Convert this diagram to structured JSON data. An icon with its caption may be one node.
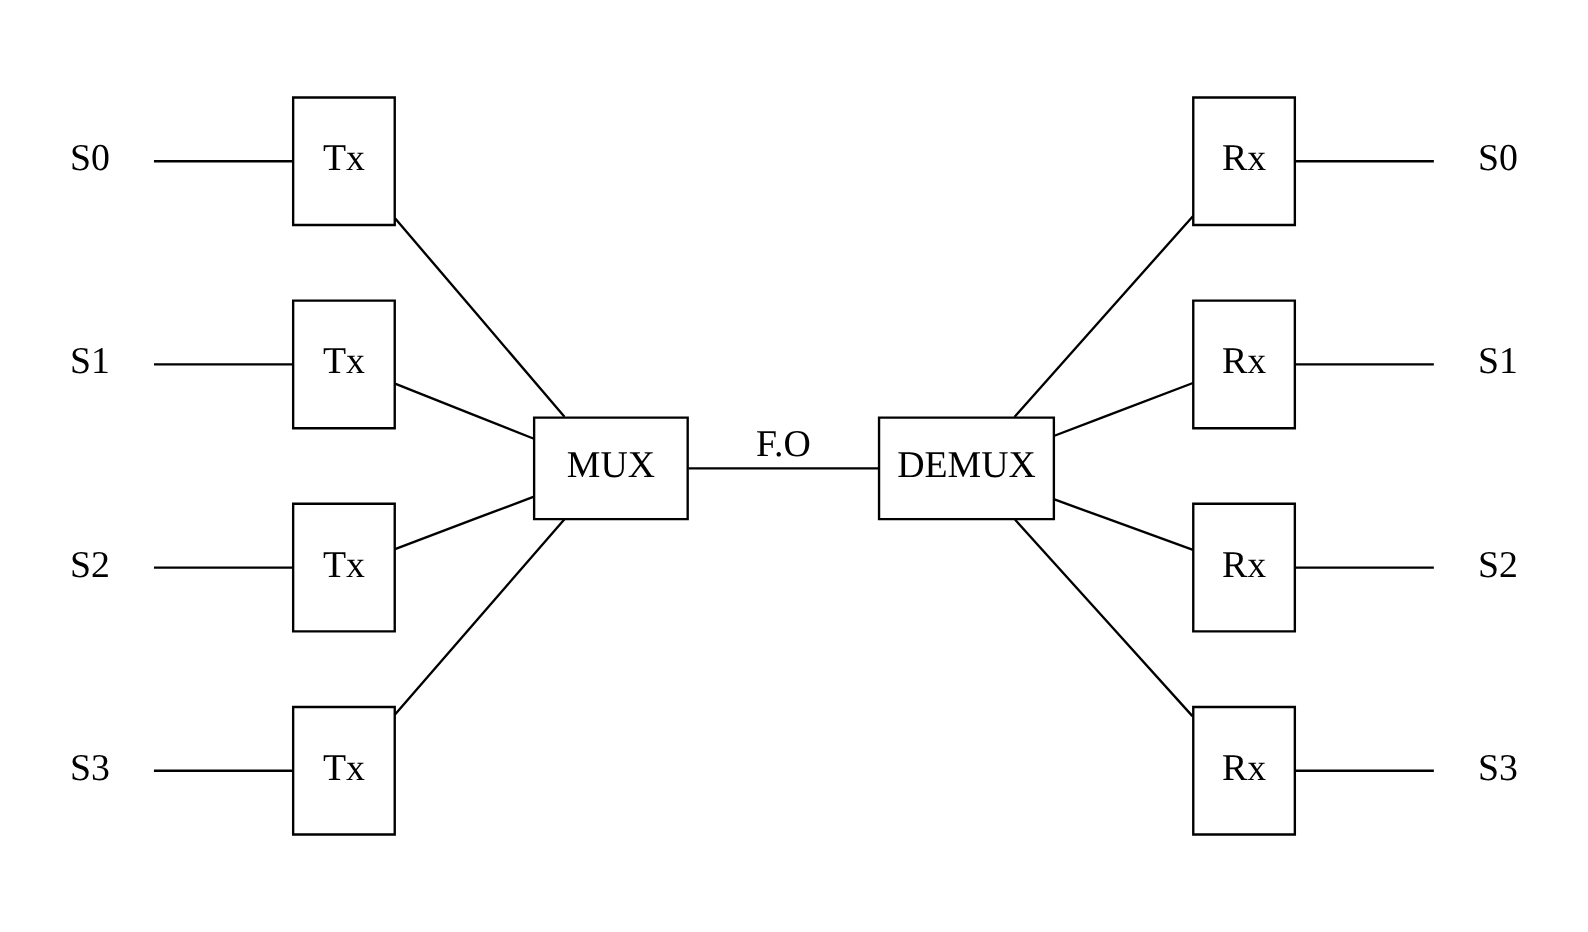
{
  "diagram": {
    "nodes": [
      {
        "text": [
          "S0"
        ]
      },
      {
        "text": [
          "S1"
        ]
      },
      {
        "text": [
          "S2"
        ]
      },
      {
        "text": [
          "S3"
        ]
      },
      {
        "text": [
          "Tx"
        ]
      },
      {
        "text": [
          "Tx"
        ]
      },
      {
        "text": [
          "Tx"
        ]
      },
      {
        "text": [
          "Tx"
        ]
      },
      {
        "text": [
          "MUX"
        ]
      },
      {
        "text": [
          "DEMUX"
        ]
      },
      {
        "text": [
          "Rx"
        ]
      },
      {
        "text": [
          "Rx"
        ]
      },
      {
        "text": [
          "Rx"
        ]
      },
      {
        "text": [
          "Rx"
        ]
      },
      {
        "text": [
          "S0"
        ]
      },
      {
        "text": [
          "S1"
        ]
      },
      {
        "text": [
          "S2"
        ]
      },
      {
        "text": [
          "S3"
        ]
      }
    ],
    "edges": [
      {
        "from": 0,
        "to": 4,
        "arrow": "none"
      },
      {
        "from": 1,
        "to": 5,
        "arrow": "none"
      },
      {
        "from": 2,
        "to": 6,
        "arrow": "none"
      },
      {
        "from": 3,
        "to": 7,
        "arrow": "none"
      },
      {
        "from": 4,
        "to": 8,
        "arrow": "none"
      },
      {
        "from": 5,
        "to": 8,
        "arrow": "none"
      },
      {
        "from": 6,
        "to": 8,
        "arrow": "none"
      },
      {
        "from": 7,
        "to": 8,
        "arrow": "none"
      },
      {
        "from": 8,
        "to": 9,
        "arrow": "none",
        "label": "F.O"
      },
      {
        "from": 9,
        "to": 10,
        "arrow": "none"
      },
      {
        "from": 9,
        "to": 11,
        "arrow": "none"
      },
      {
        "from": 9,
        "to": 12,
        "arrow": "none"
      },
      {
        "from": 9,
        "to": 13,
        "arrow": "none"
      },
      {
        "from": 10,
        "to": 14,
        "arrow": "none"
      },
      {
        "from": 11,
        "to": 15,
        "arrow": "none"
      },
      {
        "from": 12,
        "to": 16,
        "arrow": "none"
      },
      {
        "from": 13,
        "to": 17,
        "arrow": "none"
      }
    ]
  }
}
